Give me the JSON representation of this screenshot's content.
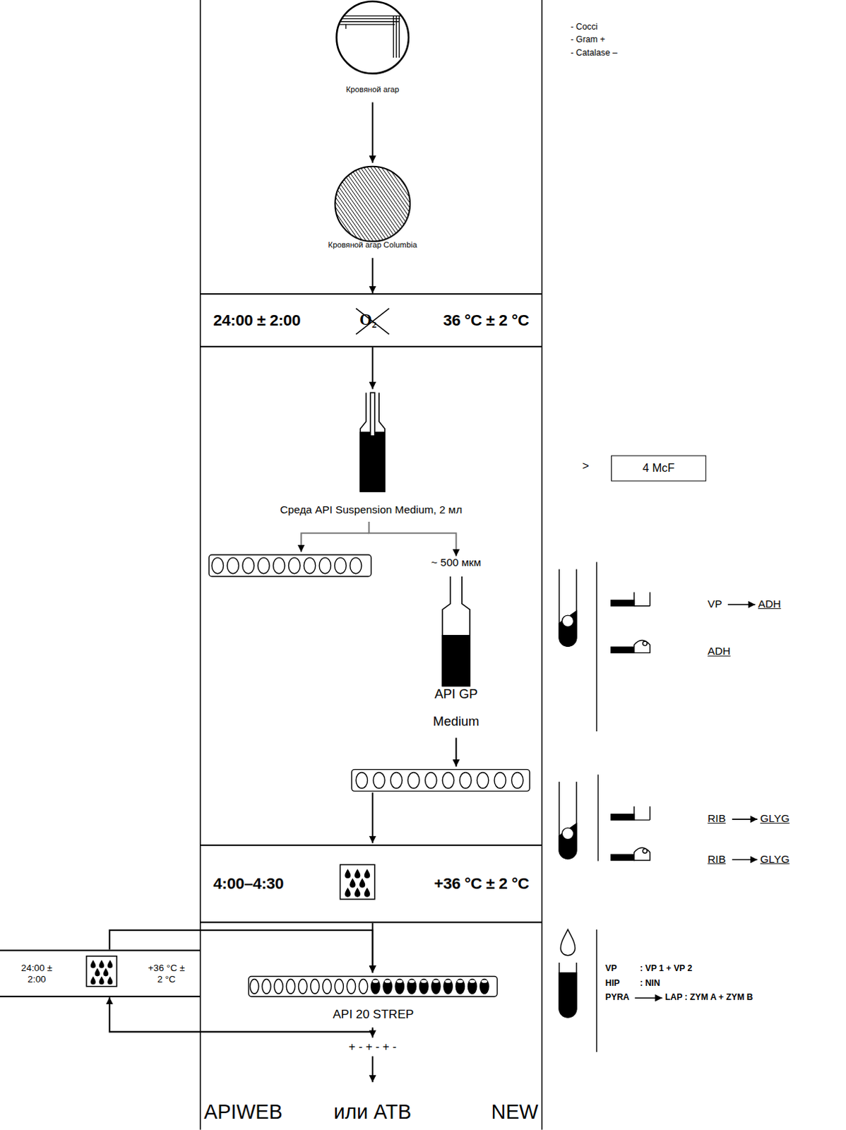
{
  "diagram": {
    "nodes": [
      {
        "text": [
          "Кровяной агар"
        ]
      },
      {
        "text": [
          "Кровяной агар Columbia"
        ]
      },
      {
        "text": [
          "24:00 ± 2:00",
          "36 °C ± 2 °C"
        ]
      },
      {
        "text": [
          "Среда API Suspension Medium, 2 мл"
        ]
      },
      {
        "text": [
          "~ 500 мкм",
          "API GP Medium"
        ]
      },
      {
        "text": [
          "4:00–4:30",
          "+36 °C ± 2 °C"
        ]
      },
      {
        "text": [
          "API 20 STREP"
        ]
      },
      {
        "text": [
          "24:00 ± 2:00",
          "+36 °C ± 2 °C"
        ]
      },
      {
        "text": [
          "4 McF"
        ]
      }
    ],
    "edges": [
      {
        "from": 0,
        "to": 1,
        "arrow": "to"
      },
      {
        "from": 1,
        "to": 2,
        "arrow": "to"
      },
      {
        "from": 2,
        "to": 3,
        "arrow": "to"
      },
      {
        "from": 3,
        "to": 4,
        "arrow": "to"
      },
      {
        "from": 5,
        "to": 6,
        "arrow": "to"
      },
      {
        "from": 6,
        "to": 7,
        "arrow": "to"
      },
      {
        "from": 7,
        "to": 6,
        "arrow": "to"
      }
    ],
    "labels": [
      "- Cocci",
      "- Gram +",
      "- Catalase –",
      "O₂",
      ">",
      "VP",
      "ADH",
      "ADH",
      "RIB",
      "GLYG",
      "RIB",
      "GLYG",
      "VP",
      ": VP 1 + VP 2",
      "HIP",
      ": NIN",
      "PYRA",
      "LAP : ZYM A + ZYM B",
      "+ - + - + -",
      "APIWEB",
      "или ATB",
      "NEW"
    ]
  }
}
